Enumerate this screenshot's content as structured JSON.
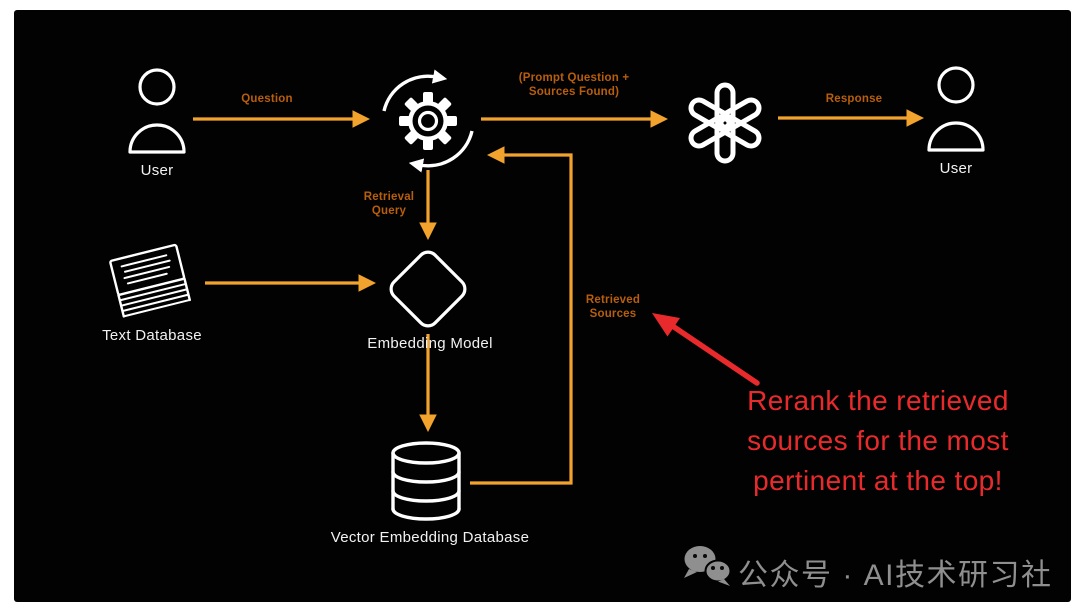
{
  "diagram": {
    "nodes": {
      "user_left": {
        "label": "User",
        "icon": "user-icon"
      },
      "orchestrator": {
        "icon": "gear-cycle-icon"
      },
      "llm": {
        "icon": "openai-logo-icon"
      },
      "user_right": {
        "label": "User",
        "icon": "user-icon"
      },
      "text_database": {
        "label": "Text Database",
        "icon": "paper-stack-icon"
      },
      "embedding_model": {
        "label": "Embedding Model",
        "icon": "rounded-diamond-shape"
      },
      "vector_database": {
        "label": "Vector Embedding Database",
        "icon": "database-cylinder-icon"
      }
    },
    "edges": {
      "question": {
        "label": "Question"
      },
      "prompt": {
        "line1": "(Prompt Question +",
        "line2": "Sources Found)"
      },
      "response": {
        "label": "Response"
      },
      "retrieval_query": {
        "line1": "Retrieval",
        "line2": "Query"
      },
      "retrieved_sources": {
        "line1": "Retrieved",
        "line2": "Sources"
      }
    },
    "annotation": {
      "line1": "Rerank the retrieved",
      "line2": "sources for the most",
      "line3": "pertinent at the top!"
    },
    "colors": {
      "page": "#ffffff",
      "background": "#020202",
      "node_stroke": "#ffffff",
      "arrow_orange": "#f1a32e",
      "edge_label_orange": "#b85e0c",
      "annotation_red": "#e92a2d",
      "watermark_gray": "#8f8f8f"
    }
  },
  "watermark": {
    "icon": "wechat-icon",
    "text": "公众号 · AI技术研习社"
  }
}
